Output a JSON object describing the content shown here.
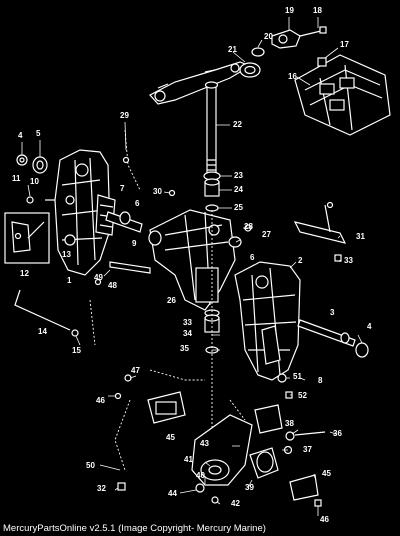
{
  "caption": "MercuryPartsOnline v2.5.1 (Image Copyright- Mercury Marine)",
  "callouts": [
    "1",
    "2",
    "3",
    "4",
    "5",
    "6",
    "7",
    "8",
    "9",
    "10",
    "11",
    "12",
    "13",
    "14",
    "15",
    "16",
    "17",
    "18",
    "19",
    "20",
    "21",
    "22",
    "23",
    "24",
    "25",
    "26",
    "27",
    "28",
    "29",
    "30",
    "31",
    "32",
    "33",
    "34",
    "35",
    "36",
    "37",
    "38",
    "39",
    "40",
    "41",
    "42",
    "43",
    "44",
    "45",
    "46",
    "47",
    "48",
    "49",
    "50",
    "51",
    "52"
  ],
  "placements": [
    [
      "19",
      0
    ],
    [
      "18",
      0
    ],
    [
      "20",
      0
    ],
    [
      "17",
      0
    ],
    [
      "21",
      0
    ],
    [
      "16",
      0
    ],
    [
      "22",
      0
    ],
    [
      "29",
      0
    ],
    [
      "4",
      0
    ],
    [
      "5",
      0
    ],
    [
      "11",
      0
    ],
    [
      "10",
      0
    ],
    [
      "23",
      0
    ],
    [
      "7",
      0
    ],
    [
      "30",
      0
    ],
    [
      "24",
      0
    ],
    [
      "6",
      0
    ],
    [
      "25",
      0
    ],
    [
      "28",
      0
    ],
    [
      "12",
      0
    ],
    [
      "13",
      0
    ],
    [
      "27",
      0
    ],
    [
      "9",
      0
    ],
    [
      "31",
      0
    ],
    [
      "6",
      1
    ],
    [
      "2",
      0
    ],
    [
      "33",
      0
    ],
    [
      "1",
      0
    ],
    [
      "49",
      0
    ],
    [
      "48",
      0
    ],
    [
      "26",
      0
    ],
    [
      "14",
      0
    ],
    [
      "3",
      0
    ],
    [
      "33",
      1
    ],
    [
      "34",
      0
    ],
    [
      "4",
      1
    ],
    [
      "15",
      0
    ],
    [
      "35",
      0
    ],
    [
      "51",
      0
    ],
    [
      "8",
      0
    ],
    [
      "47",
      0
    ],
    [
      "46",
      0
    ],
    [
      "52",
      0
    ],
    [
      "45",
      0
    ],
    [
      "38",
      0
    ],
    [
      "36",
      0
    ],
    [
      "43",
      0
    ],
    [
      "37",
      0
    ],
    [
      "41",
      0
    ],
    [
      "50",
      0
    ],
    [
      "45",
      1
    ],
    [
      "40",
      0
    ],
    [
      "39",
      0
    ],
    [
      "32",
      0
    ],
    [
      "44",
      0
    ],
    [
      "42",
      0
    ],
    [
      "46",
      1
    ]
  ]
}
